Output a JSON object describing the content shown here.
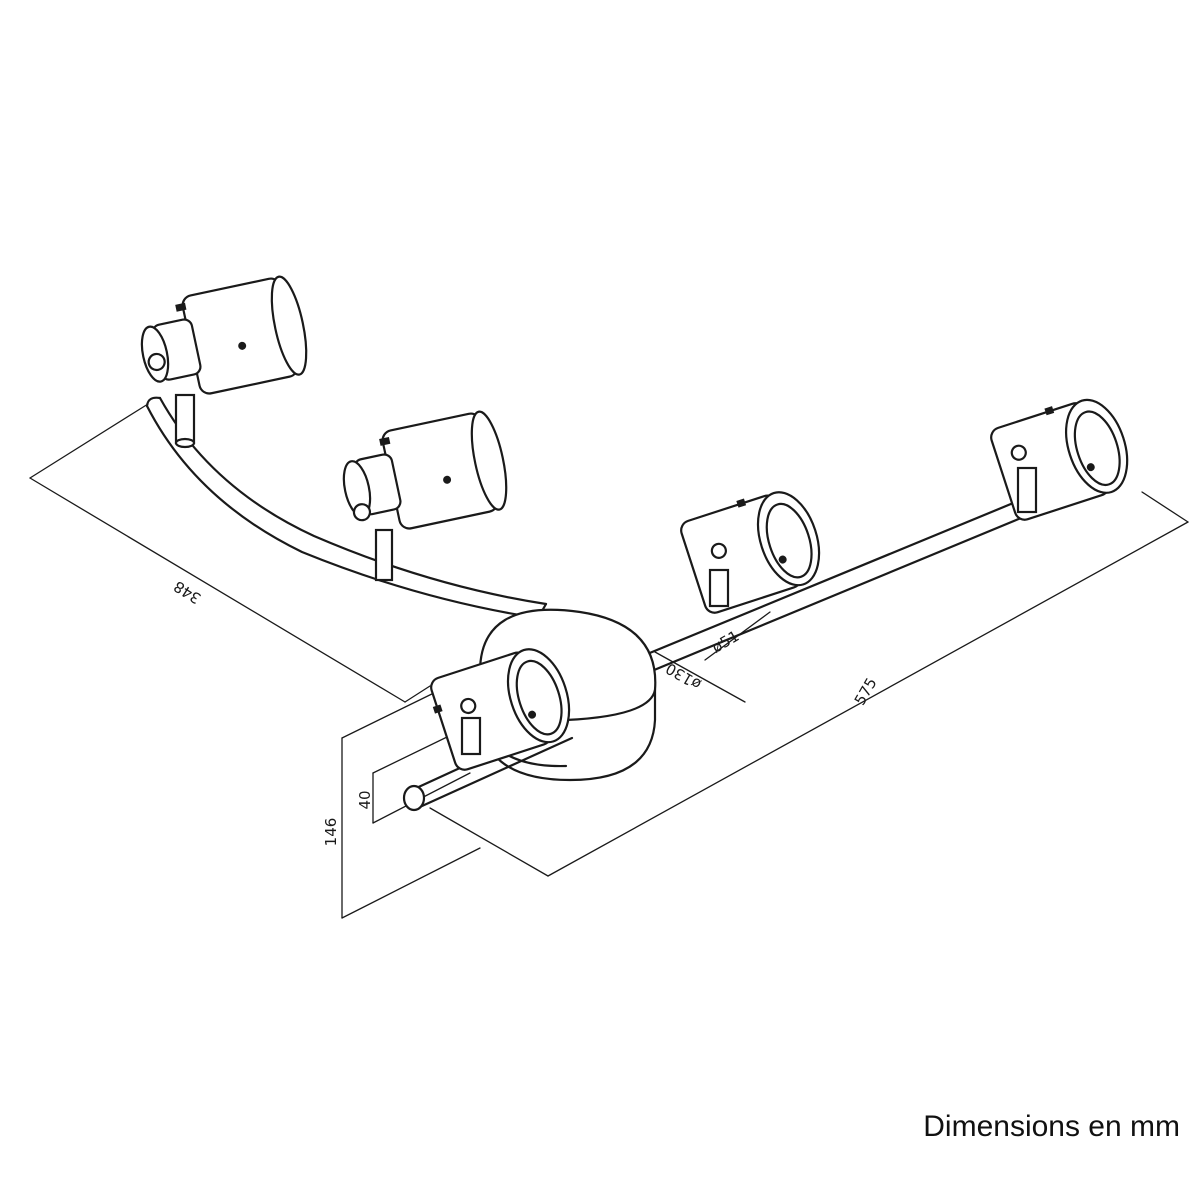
{
  "caption": "Dimensions en mm",
  "dimensions": {
    "width_overall": "575",
    "depth": "348",
    "height_overall": "146",
    "base_height": "40",
    "base_diameter": "ø130",
    "head_diameter": "ø51"
  }
}
